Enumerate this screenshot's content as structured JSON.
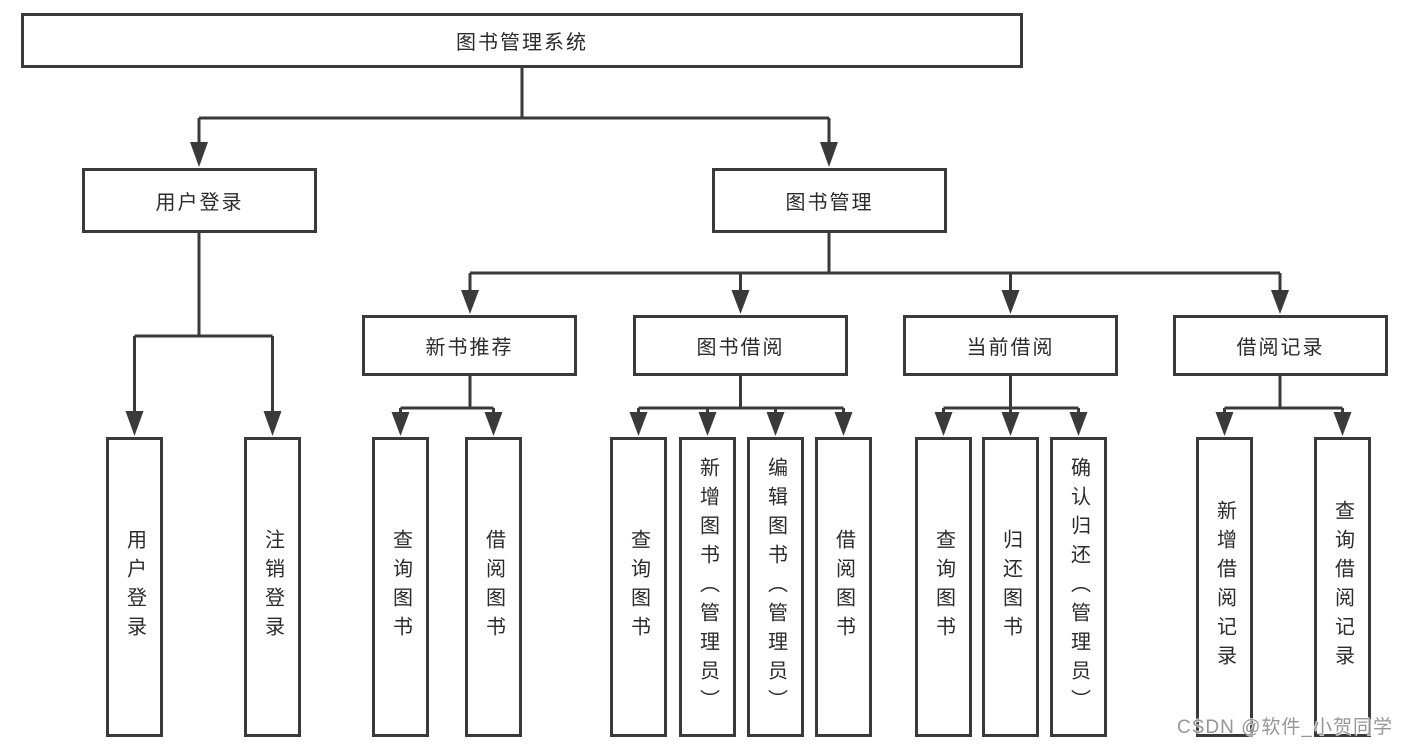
{
  "diagram": {
    "type": "hierarchy-tree",
    "watermark": "CSDN @软件_小贺同学",
    "colors": {
      "background": "#ffffff",
      "line": "#3a3a3a",
      "box_border": "#3a3a3a",
      "text": "#2b2b2b",
      "watermark": "#969696"
    },
    "nodes": {
      "root": "图书管理系统",
      "user_login": "用户登录",
      "book_mgmt": "图书管理",
      "new_book_rec": "新书推荐",
      "book_borrow": "图书借阅",
      "current_borrow": "当前借阅",
      "borrow_records": "借阅记录",
      "leaf_user_login": "用户登录",
      "leaf_logout": "注销登录",
      "leaf_nb_query": "查询图书",
      "leaf_nb_borrow": "借阅图书",
      "leaf_bb_query": "查询图书",
      "leaf_bb_add": "新增图书（管理员）",
      "leaf_bb_edit": "编辑图书（管理员）",
      "leaf_bb_borrow": "借阅图书",
      "leaf_cb_query": "查询图书",
      "leaf_cb_return": "归还图书",
      "leaf_cb_confirm": "确认归还（管理员）",
      "leaf_br_add": "新增借阅记录",
      "leaf_br_query": "查询借阅记录"
    },
    "structure": {
      "图书管理系统": [
        "用户登录",
        "图书管理"
      ],
      "用户登录": [
        "用户登录",
        "注销登录"
      ],
      "图书管理": [
        "新书推荐",
        "图书借阅",
        "当前借阅",
        "借阅记录"
      ],
      "新书推荐": [
        "查询图书",
        "借阅图书"
      ],
      "图书借阅": [
        "查询图书",
        "新增图书（管理员）",
        "编辑图书（管理员）",
        "借阅图书"
      ],
      "当前借阅": [
        "查询图书",
        "归还图书",
        "确认归还（管理员）"
      ],
      "借阅记录": [
        "新增借阅记录",
        "查询借阅记录"
      ]
    }
  }
}
